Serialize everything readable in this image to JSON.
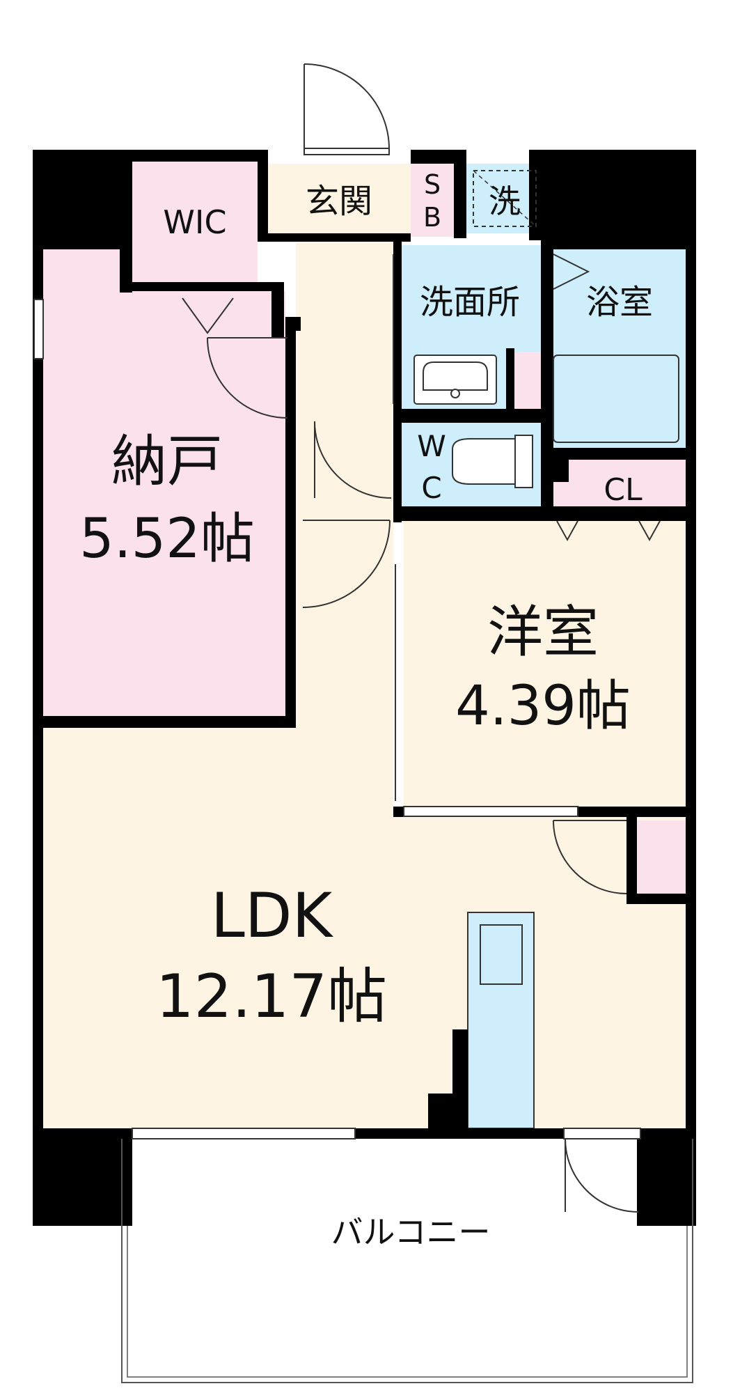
{
  "rooms": {
    "wic": {
      "name": "WIC"
    },
    "entrance": {
      "name": "玄関"
    },
    "shoe_box": {
      "line1": "S",
      "line2": "B"
    },
    "washer": {
      "name": "洗"
    },
    "washroom": {
      "name": "洗面所"
    },
    "bathroom": {
      "name": "浴室"
    },
    "storeroom": {
      "name": "納戸",
      "size": "5.52帖"
    },
    "toilet": {
      "line1": "W",
      "line2": "C"
    },
    "closet": {
      "name": "CL"
    },
    "western_room": {
      "name": "洋室",
      "size": "4.39帖"
    },
    "ldk": {
      "name": "LDK",
      "size": "12.17帖"
    },
    "balcony": {
      "name": "バルコニー"
    }
  },
  "colors": {
    "wall": "#000000",
    "pink_room": "#fae1ec",
    "cream_room": "#fdf4e3",
    "blue_room": "#cdeefa",
    "line": "#333333"
  }
}
